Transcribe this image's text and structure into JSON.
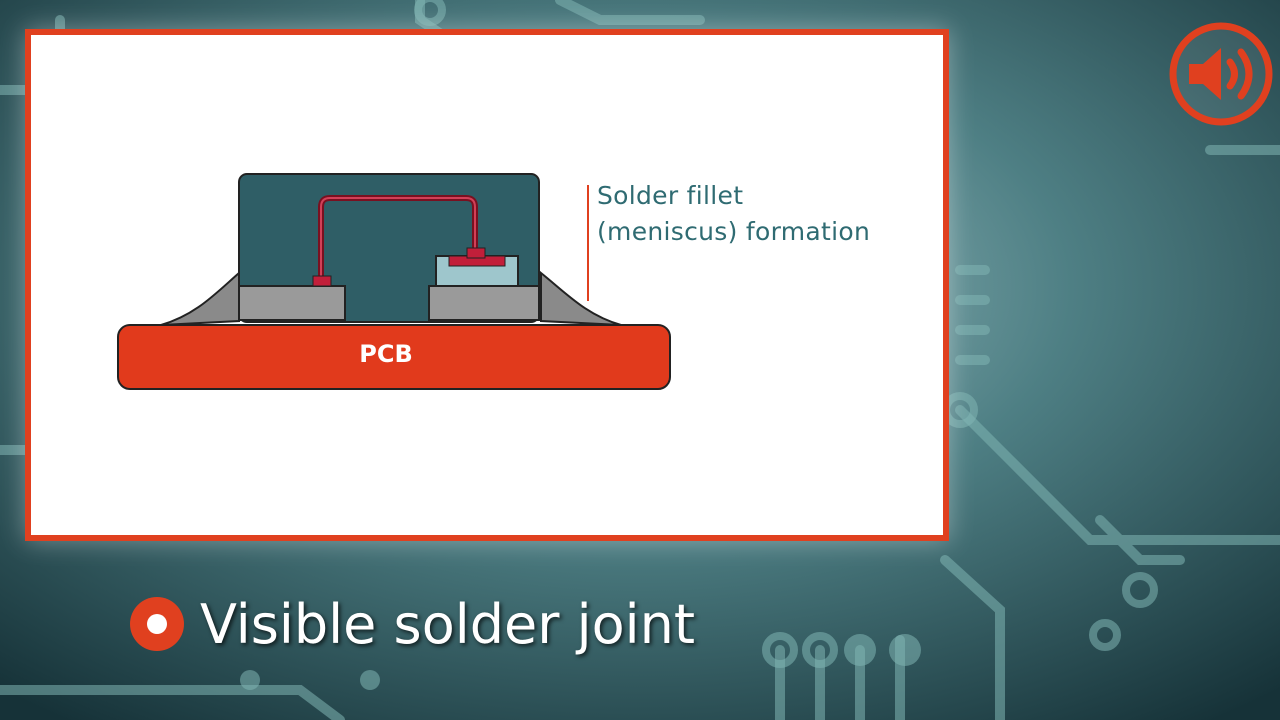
{
  "slide": {
    "callout": {
      "line1": "Solder fillet",
      "line2": "(meniscus) formation"
    },
    "pcb_label": "PCB",
    "caption": "Visible solder joint"
  },
  "icons": {
    "speaker": "speaker-volume-icon",
    "bullet": "bullet-ring-icon"
  },
  "colors": {
    "accent": "#e0401f",
    "background": "#1c3a40",
    "component": "#2f5e66",
    "callout_text": "#2f6b72"
  }
}
